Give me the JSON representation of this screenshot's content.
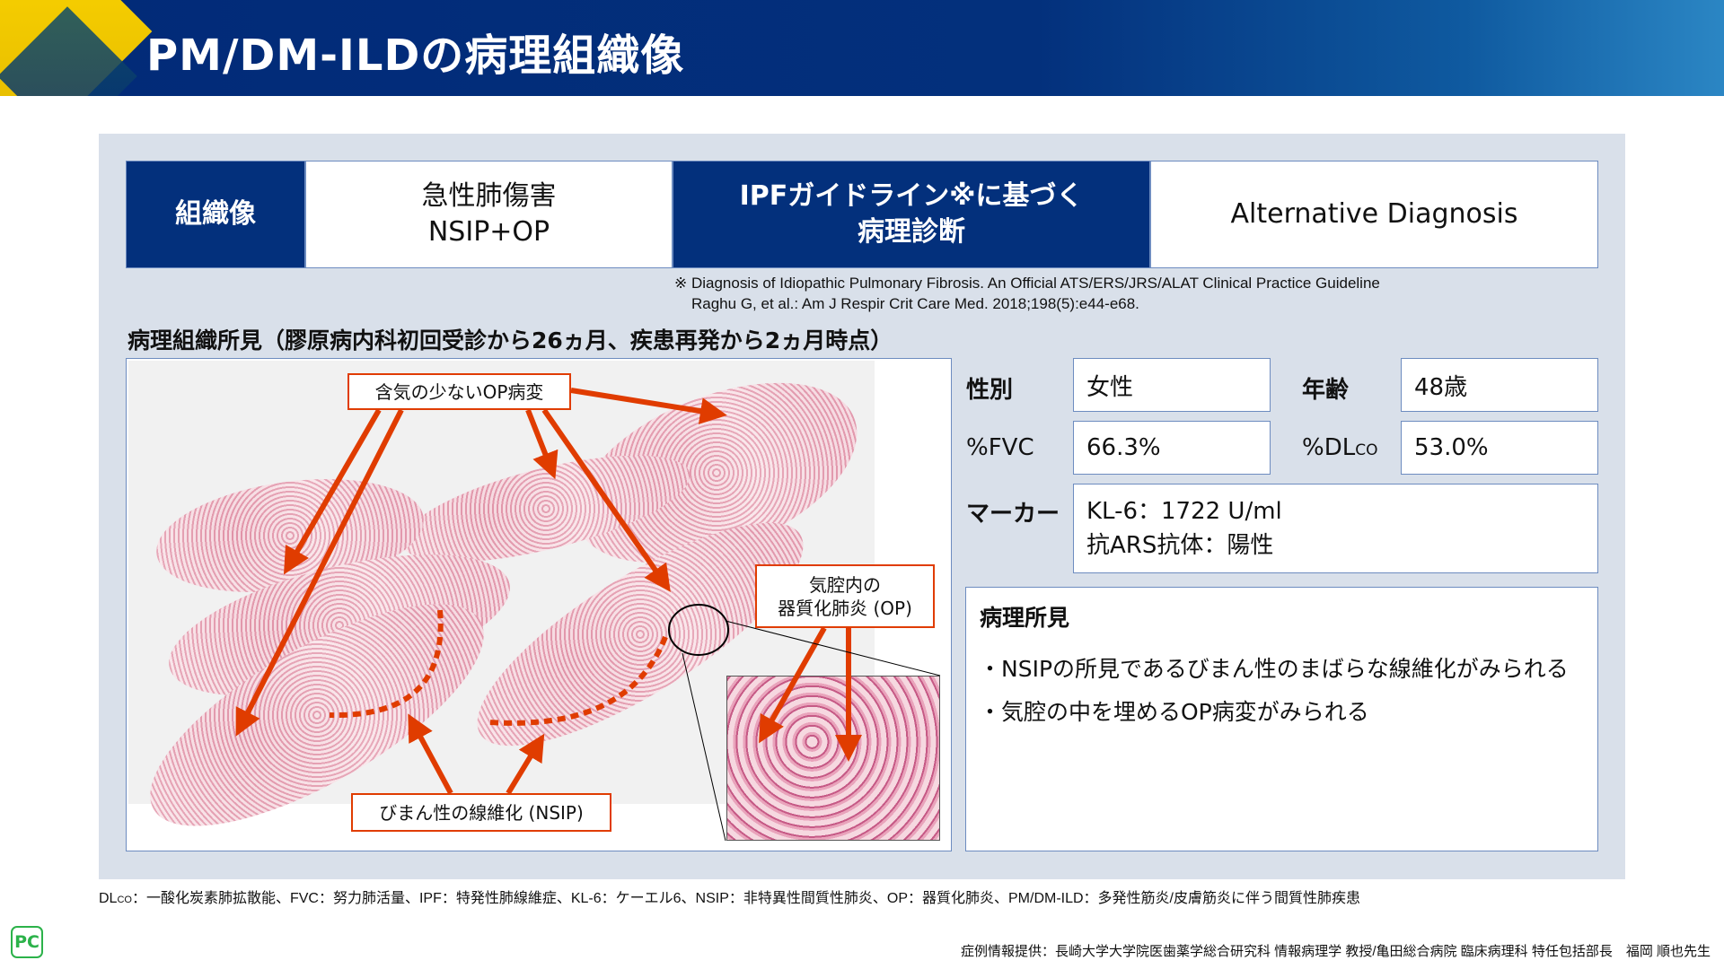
{
  "header": {
    "title": "PM/DM-ILDの病理組織像"
  },
  "table": {
    "c1": "組織像",
    "c2_line1": "急性肺傷害",
    "c2_line2": "NSIP+OP",
    "c3_line1": "IPFガイドライン※に基づく",
    "c3_line2": "病理診断",
    "c4": "Alternative Diagnosis"
  },
  "footnote": {
    "line1": "※ Diagnosis of Idiopathic Pulmonary Fibrosis. An Official ATS/ERS/JRS/ALAT Clinical Practice Guideline",
    "line2": "Raghu G, et al.: Am J Respir Crit Care Med. 2018;198(5):e44-e68."
  },
  "subheading": "病理組織所見（膠原病内科初回受診から26ヵ月、疾患再発から2ヵ月時点）",
  "image_labels": {
    "op_low_air": "含気の少ないOP病変",
    "op_airspace_line1": "気腔内の",
    "op_airspace_line2": "器質化肺炎 (OP)",
    "nsip": "びまん性の線維化 (NSIP)"
  },
  "patient": {
    "sex_label": "性別",
    "sex": "女性",
    "age_label": "年齢",
    "age": "48歳",
    "fvc_label": "%FVC",
    "fvc": "66.3%",
    "dlco_label": "%DL",
    "dlco_sub": "CO",
    "dlco": "53.0%",
    "marker_label": "マーカー",
    "marker_line1": "KL-6：1722 U/ml",
    "marker_line2": "抗ARS抗体：陽性"
  },
  "findings": {
    "title": "病理所見",
    "items": [
      "・NSIPの所見であるびまん性のまばらな線維化がみられる",
      "・気腔の中を埋めるOP病変がみられる"
    ]
  },
  "footer": {
    "abbr_prefix": "DL",
    "abbr_sub": "CO",
    "abbreviations": "：一酸化炭素肺拡散能、FVC：努力肺活量、IPF：特発性肺線維症、KL-6：ケーエル6、NSIP：非特異性間質性肺炎、OP：器質化肺炎、PM/DM-ILD：多発性筋炎/皮膚筋炎に伴う間質性肺疾患",
    "credit": "症例情報提供：長崎大学大学院医歯薬学総合研究科 情報病理学 教授/亀田総合病院 臨床病理科 特任包括部長　福岡 順也先生",
    "logo": "PC"
  },
  "colors": {
    "navy": "#03307c",
    "accent": "#e03c00",
    "panel": "#d9e0ea"
  }
}
